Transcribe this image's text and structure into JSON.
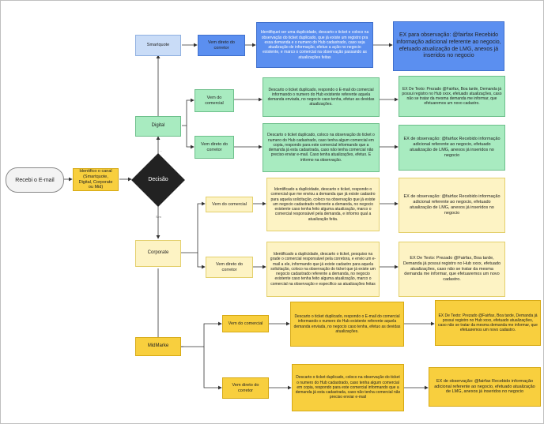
{
  "start": {
    "label": "Recebi o E-mail"
  },
  "identify": {
    "text": "Identifico o canal (Smartquote, Digital, Corporate ou Mid)"
  },
  "decision": {
    "label": "Decisão",
    "branch_up": "...",
    "branch_down": "Sim"
  },
  "smartquote": {
    "label": "Smartquote",
    "action": "Vem direto do corretor",
    "procedure": "Identifiquei ser uma duplicidade, descarto o ticket e coloco na observação do ticket duplicado, que já existe um registro pra essa demanda e o numero do Hub cadastrado, caso seja atualização de informação, efetuo a ação no negocio existente, e marco o comercial na observação passando as atualizações feitas",
    "example": "EX para observação: @fairfax Recebido informação adicional referente ao negocio, efetuado atualização de LMG, anexos já inseridos no negocio"
  },
  "digital": {
    "label": "Digital",
    "commercial": {
      "action": "Vem do comercial",
      "procedure": "Descarto o ticket duplicado, respondo o E-mail do comercial informando o numero do Hub existente referente aquela demanda enviada, no negocio caso tenha, efetuo as devidas atualizações.",
      "example": "EX De Texto: Prezado @Fairfax, Boa tarde, Demanda já possui registro no Hub xxxx, efetuado atualizações, caso não se tratar da mesma demanda me informar, que efetuaremos um novo cadastro."
    },
    "broker": {
      "action": "Vem direto do corretor",
      "procedure": "Descarto o ticket duplicado, coloco na observação do ticket o numero do Hub cadastrado, caso tenha algum comercial em copia, respondo para este comercial informando que a demanda já esta cadastrada, caso não tenha comercial não preciso enviar e-mail. Caso tenha atualizações, efetuo. E informo na observação.",
      "example": "EX de observação: @fairfax Recebido informação adicional referente ao negocio, efetuado atualização de LMG, anexos já inseridos no negocio"
    }
  },
  "corporate": {
    "label": "Corporate",
    "commercial": {
      "action": "Vem do comercial",
      "procedure": "Identificado a duplicidade, descarto o ticket, respondo o comercial que me enviou a demanda que já existe cadastro para aquela solicitação, coloco na observação que já existe um negocio cadastrado referente a demanda, no negocio existente caso tenha feito alguma atualização, marco o comercial responsável pela demanda, e informo qual a atualização feita.",
      "example": "EX de observação: @fairfax Recebido informação adicional referente ao negocio, efetuado atualização de LMG, anexos já inseridos no negocio"
    },
    "broker": {
      "action": "Vem direto do corretor",
      "procedure": "Identificado a duplicidade, descarto o ticket, pesquiso na grade o comercial responsável pela corretora, e envio um e-mail a ele, informando que já existe cadastro para aquela solicitação, coloco na observação do ticket que já existe um negocio cadastrado referente a demanda, no negocio existente caso tenha feito alguma atualização, marco o comercial na observação e especifico as atualizações feitas",
      "example": "EX De Texto: Prezado @Fairfax, Boa tarde, Demanda já possui registro no Hub xxxx, efetuado atualizações, caso não se tratar da mesma demanda me informar, que efetuaremos um novo cadastro."
    }
  },
  "midmarke": {
    "label": "MidMarke",
    "commercial": {
      "action": "Vem do comercial",
      "procedure": "Descarto o ticket duplicado, respondo o E-mail do comercial informando o numero do Hub existente referente aquela demanda enviada, no negocio caso tenha, efetuo as devidas atualizações.",
      "example": "EX De Texto: Prezado @Fairfax, Boa tarde, Demanda já possui registro no Hub xxxx, efetuado atualizações, caso não se tratar da mesma demanda me informar, que efetuaremos um novo cadastro."
    },
    "broker": {
      "action": "Vem direto do corretor",
      "procedure": "Descarto o ticket duplicado, coloco na observação do ticket o numero do Hub cadastrado, caso tenha algum comercial em copia, respondo para este comercial informando que a demanda já esta cadastrada, caso não tenha comercial não preciso enviar e-mail",
      "example": "EX de observação: @fairfax Recebido informação adicional referente ao negocio, efetuado atualização de LMG, anexos já inseridos no negocio"
    }
  }
}
